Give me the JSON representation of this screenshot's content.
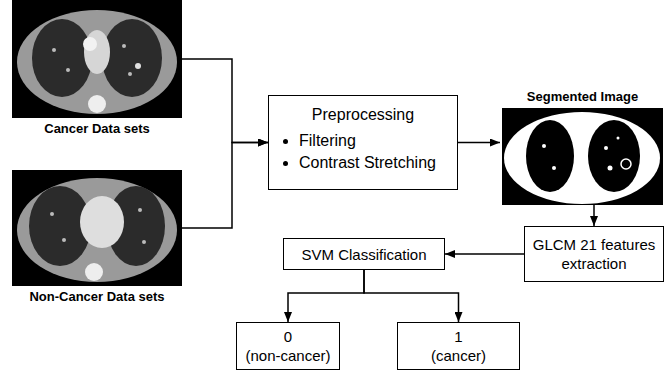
{
  "diagram": {
    "nodes": [
      {
        "text": [
          "Cancer Data sets"
        ]
      },
      {
        "text": [
          "Non-Cancer Data sets"
        ]
      },
      {
        "text": [
          "Preprocessing",
          "Filtering",
          "Contrast Stretching"
        ]
      },
      {
        "text": [
          "Segmented Image"
        ]
      },
      {
        "text": [
          "GLCM 21 features extraction"
        ]
      },
      {
        "text": [
          "SVM Classification"
        ]
      },
      {
        "text": [
          "0",
          "(non-cancer)"
        ]
      },
      {
        "text": [
          "1",
          "(cancer)"
        ]
      }
    ],
    "edges": [
      {
        "from": 0,
        "to": 2,
        "arrow": "to"
      },
      {
        "from": 1,
        "to": 2,
        "arrow": "to"
      },
      {
        "from": 2,
        "to": 3,
        "arrow": "to"
      },
      {
        "from": 3,
        "to": 4,
        "arrow": "to"
      },
      {
        "from": 4,
        "to": 5,
        "arrow": "to"
      },
      {
        "from": 5,
        "to": 6,
        "arrow": "to"
      },
      {
        "from": 5,
        "to": 7,
        "arrow": "to"
      }
    ]
  }
}
